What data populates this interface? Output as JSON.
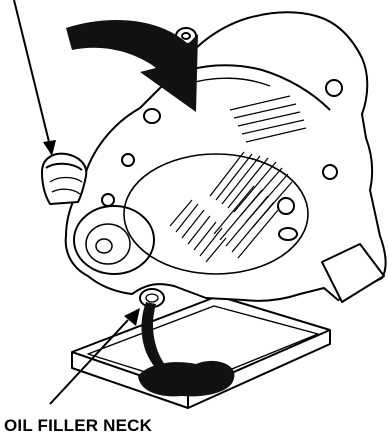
{
  "callouts": {
    "oil_filler_neck": "OIL FILLER NECK"
  },
  "colors": {
    "line": "#000000",
    "background": "#ffffff",
    "oil": "#111111"
  },
  "icons": [
    "rotation-arrow-icon",
    "engine-illustration",
    "drain-pan",
    "leader-arrow"
  ]
}
